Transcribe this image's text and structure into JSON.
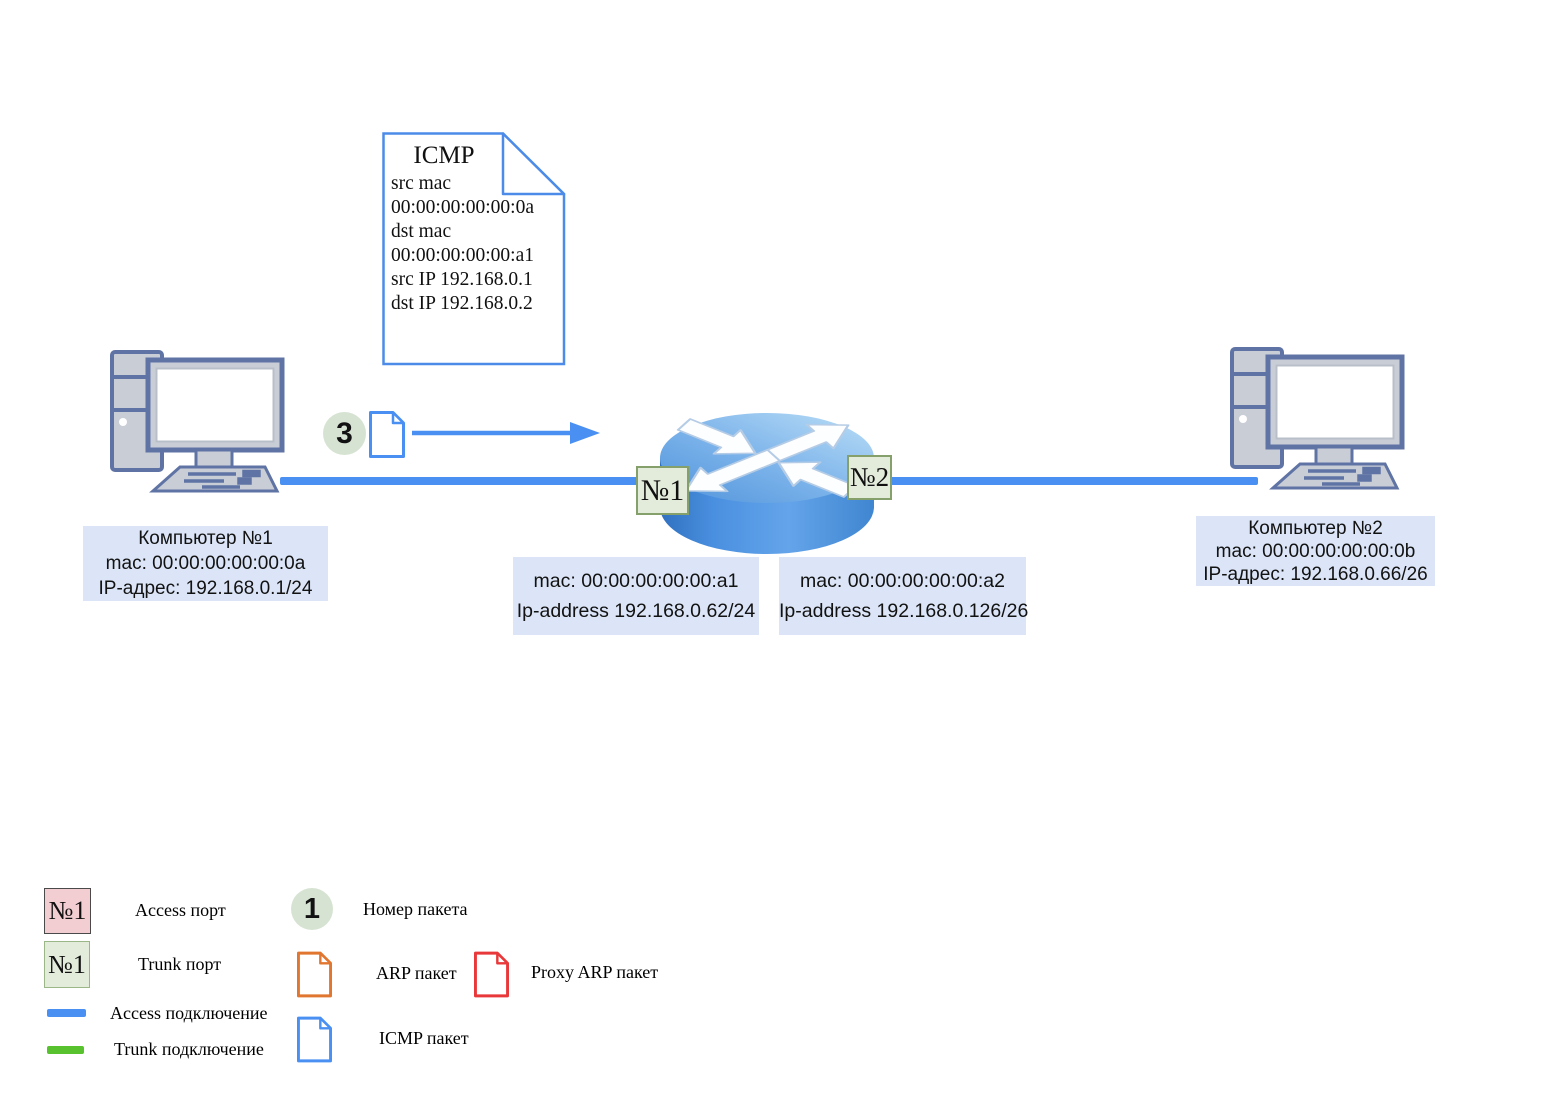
{
  "note": {
    "title": "ICMP",
    "lines": [
      "src mac",
      "00:00:00:00:00:0a",
      "dst mac",
      "00:00:00:00:00:a1",
      "src IP 192.168.0.1",
      "dst IP 192.168.0.2"
    ]
  },
  "packet_flow": {
    "number": "3"
  },
  "computer1": {
    "title": "Компьютер №1",
    "mac": "mac: 00:00:00:00:00:0a",
    "ip": "IP-адрес: 192.168.0.1/24"
  },
  "computer2": {
    "title": "Компьютер №2",
    "mac": "mac: 00:00:00:00:00:0b",
    "ip": "IP-адрес: 192.168.0.66/26"
  },
  "router": {
    "port1_label": "№1",
    "port2_label": "№2",
    "iface1": {
      "mac": "mac: 00:00:00:00:00:a1",
      "ip": "Ip-address 192.168.0.62/24"
    },
    "iface2": {
      "mac": "mac: 00:00:00:00:00:a2",
      "ip": "Ip-address 192.168.0.126/26"
    }
  },
  "legend": {
    "access_port_box": "№1",
    "access_port_label": "Access порт",
    "trunk_port_box": "№1",
    "trunk_port_label": "Trunk порт",
    "access_link_label": "Access подключение",
    "trunk_link_label": "Trunk подключение",
    "packet_number_badge": "1",
    "packet_number_label": "Номер пакета",
    "arp_label": "ARP пакет",
    "proxy_arp_label": "Proxy ARP пакет",
    "icmp_label": "ICMP пакет"
  },
  "icons": [
    "desktop-computer-icon",
    "router-icon",
    "icmp-note-icon",
    "packet-document-icon",
    "arrow-right-icon"
  ],
  "colors": {
    "access_link": "#4a90f2",
    "trunk_link": "#57c22d",
    "info_label_bg": "#dbe5f7",
    "trunk_port_bg": "#e3ecdb",
    "trunk_port_border": "#85a06b",
    "access_port_bg": "#f2ced2",
    "badge_bg": "#d6e3d2",
    "arp_packet": "#e0762f",
    "proxy_arp_packet": "#e8383a",
    "icmp_packet": "#4a90f2",
    "computer_fill": "#c9cdd6",
    "computer_stroke": "#5f74a4"
  }
}
